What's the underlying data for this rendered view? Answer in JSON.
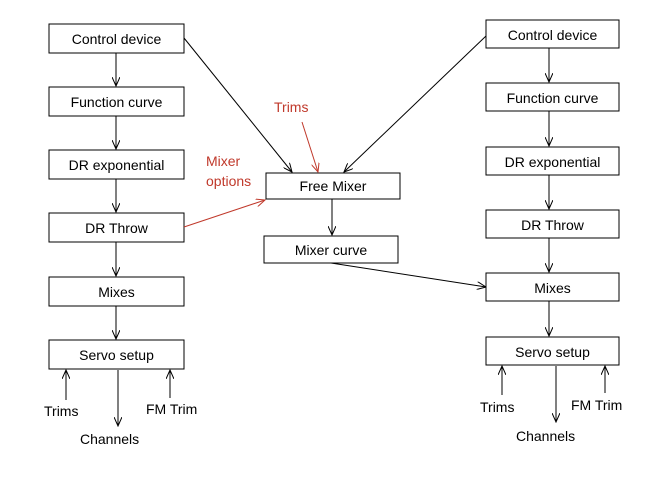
{
  "left_chain": {
    "control_device": "Control device",
    "function_curve": "Function curve",
    "dr_exponential": "DR exponential",
    "dr_throw": "DR Throw",
    "mixes": "Mixes",
    "servo_setup": "Servo setup"
  },
  "right_chain": {
    "control_device": "Control device",
    "function_curve": "Function curve",
    "dr_exponential": "DR exponential",
    "dr_throw": "DR Throw",
    "mixes": "Mixes",
    "servo_setup": "Servo setup"
  },
  "center": {
    "free_mixer": "Free Mixer",
    "mixer_curve": "Mixer curve",
    "trims_label": "Trims",
    "mixer_options_line1": "Mixer",
    "mixer_options_line2": "options"
  },
  "left_bottom": {
    "trims": "Trims",
    "channels": "Channels",
    "fm_trim": "FM Trim"
  },
  "right_bottom": {
    "trims": "Trims",
    "channels": "Channels",
    "fm_trim": "FM Trim"
  },
  "colors": {
    "annotation": "#c0392b",
    "line": "#000000"
  }
}
